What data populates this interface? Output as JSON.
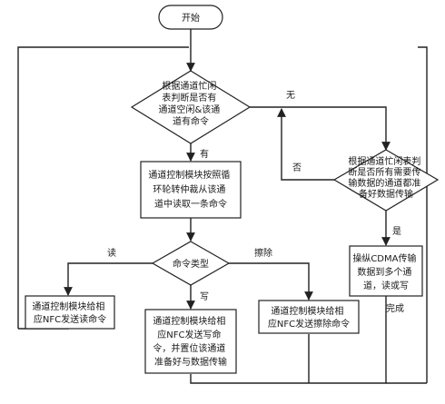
{
  "nodes": {
    "start": [
      "开始"
    ],
    "decision_idle": [
      "根据通道忙闲",
      "表判断是否有",
      "通道空闲&该通",
      "道有命令"
    ],
    "process_poll": [
      "通道控制模块按照循",
      "环轮转仲裁从该通",
      "道中读取一条命令"
    ],
    "decision_cmd_type": [
      "命令类型"
    ],
    "process_read": [
      "通道控制模块给相",
      "应NFC发送读命令"
    ],
    "process_write": [
      "通道控制模块给相",
      "应NFC发送写命",
      "令，并置位该通道",
      "准备好与数据传输"
    ],
    "process_erase": [
      "通道控制模块给相",
      "应NFC发送擦除命令"
    ],
    "decision_ready": [
      "根据通道忙闲表判",
      "断是否所有需要传",
      "输数据的通道都准",
      "备好数据传输"
    ],
    "process_cdma": [
      "操纵CDMA传输",
      "数据到多个通",
      "道，读或写"
    ]
  },
  "labels": {
    "no_idle": "无",
    "yes_idle": "有",
    "no_ready": "否",
    "yes_ready": "是",
    "read": "读",
    "write": "写",
    "erase": "擦除",
    "done": "完成"
  }
}
